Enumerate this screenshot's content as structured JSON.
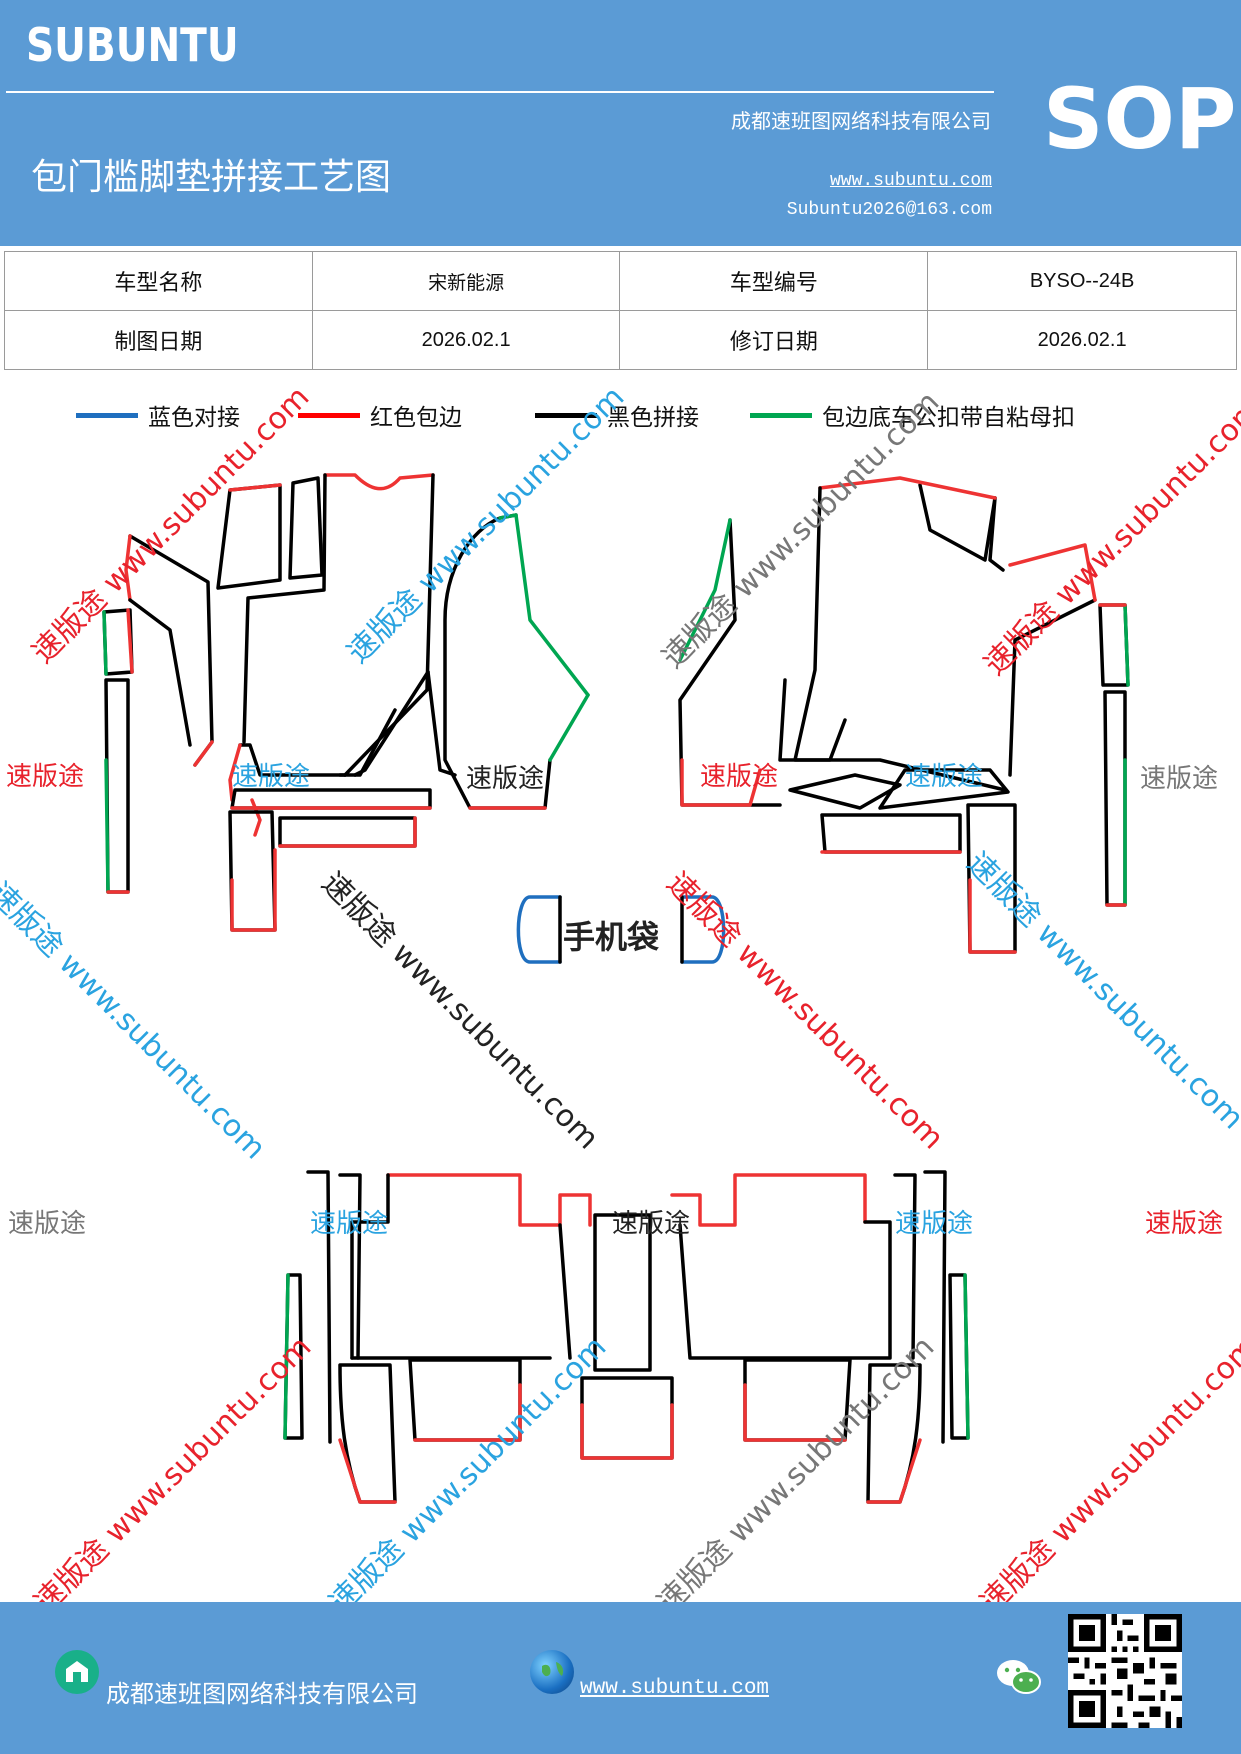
{
  "header": {
    "brand": "SUBUNTU",
    "company": "成都速班图网络科技有限公司",
    "title": "包门槛脚垫拼接工艺图",
    "website": "www.subuntu.com",
    "email": "Subuntu2026@163.com",
    "badge": "SOP"
  },
  "info_table": {
    "model_name_label": "车型名称",
    "model_name_value": "宋新能源",
    "model_code_label": "车型编号",
    "model_code_value": "BYSO--24B",
    "draw_date_label": "制图日期",
    "draw_date_value": "2026.02.1",
    "revise_date_label": "修订日期",
    "revise_date_value": "2026.02.1"
  },
  "legend": [
    {
      "label": "蓝色对接",
      "color": "#1f6fbf"
    },
    {
      "label": "红色包边",
      "color": "#ff0000"
    },
    {
      "label": "黑色拼接",
      "color": "#000000"
    },
    {
      "label": "包边底车公扣带自粘母扣",
      "color": "#00a651"
    }
  ],
  "drawing": {
    "phone_bag_label": "手机袋"
  },
  "watermarks": {
    "brand_cn": "速版途",
    "diagonal_text": "速版途 www.subuntu.com"
  },
  "footer": {
    "company": "成都速班图网络科技有限公司",
    "website": "www.subuntu.com",
    "icons": [
      "home-icon",
      "globe-icon",
      "wechat-icon",
      "qr-code"
    ]
  }
}
